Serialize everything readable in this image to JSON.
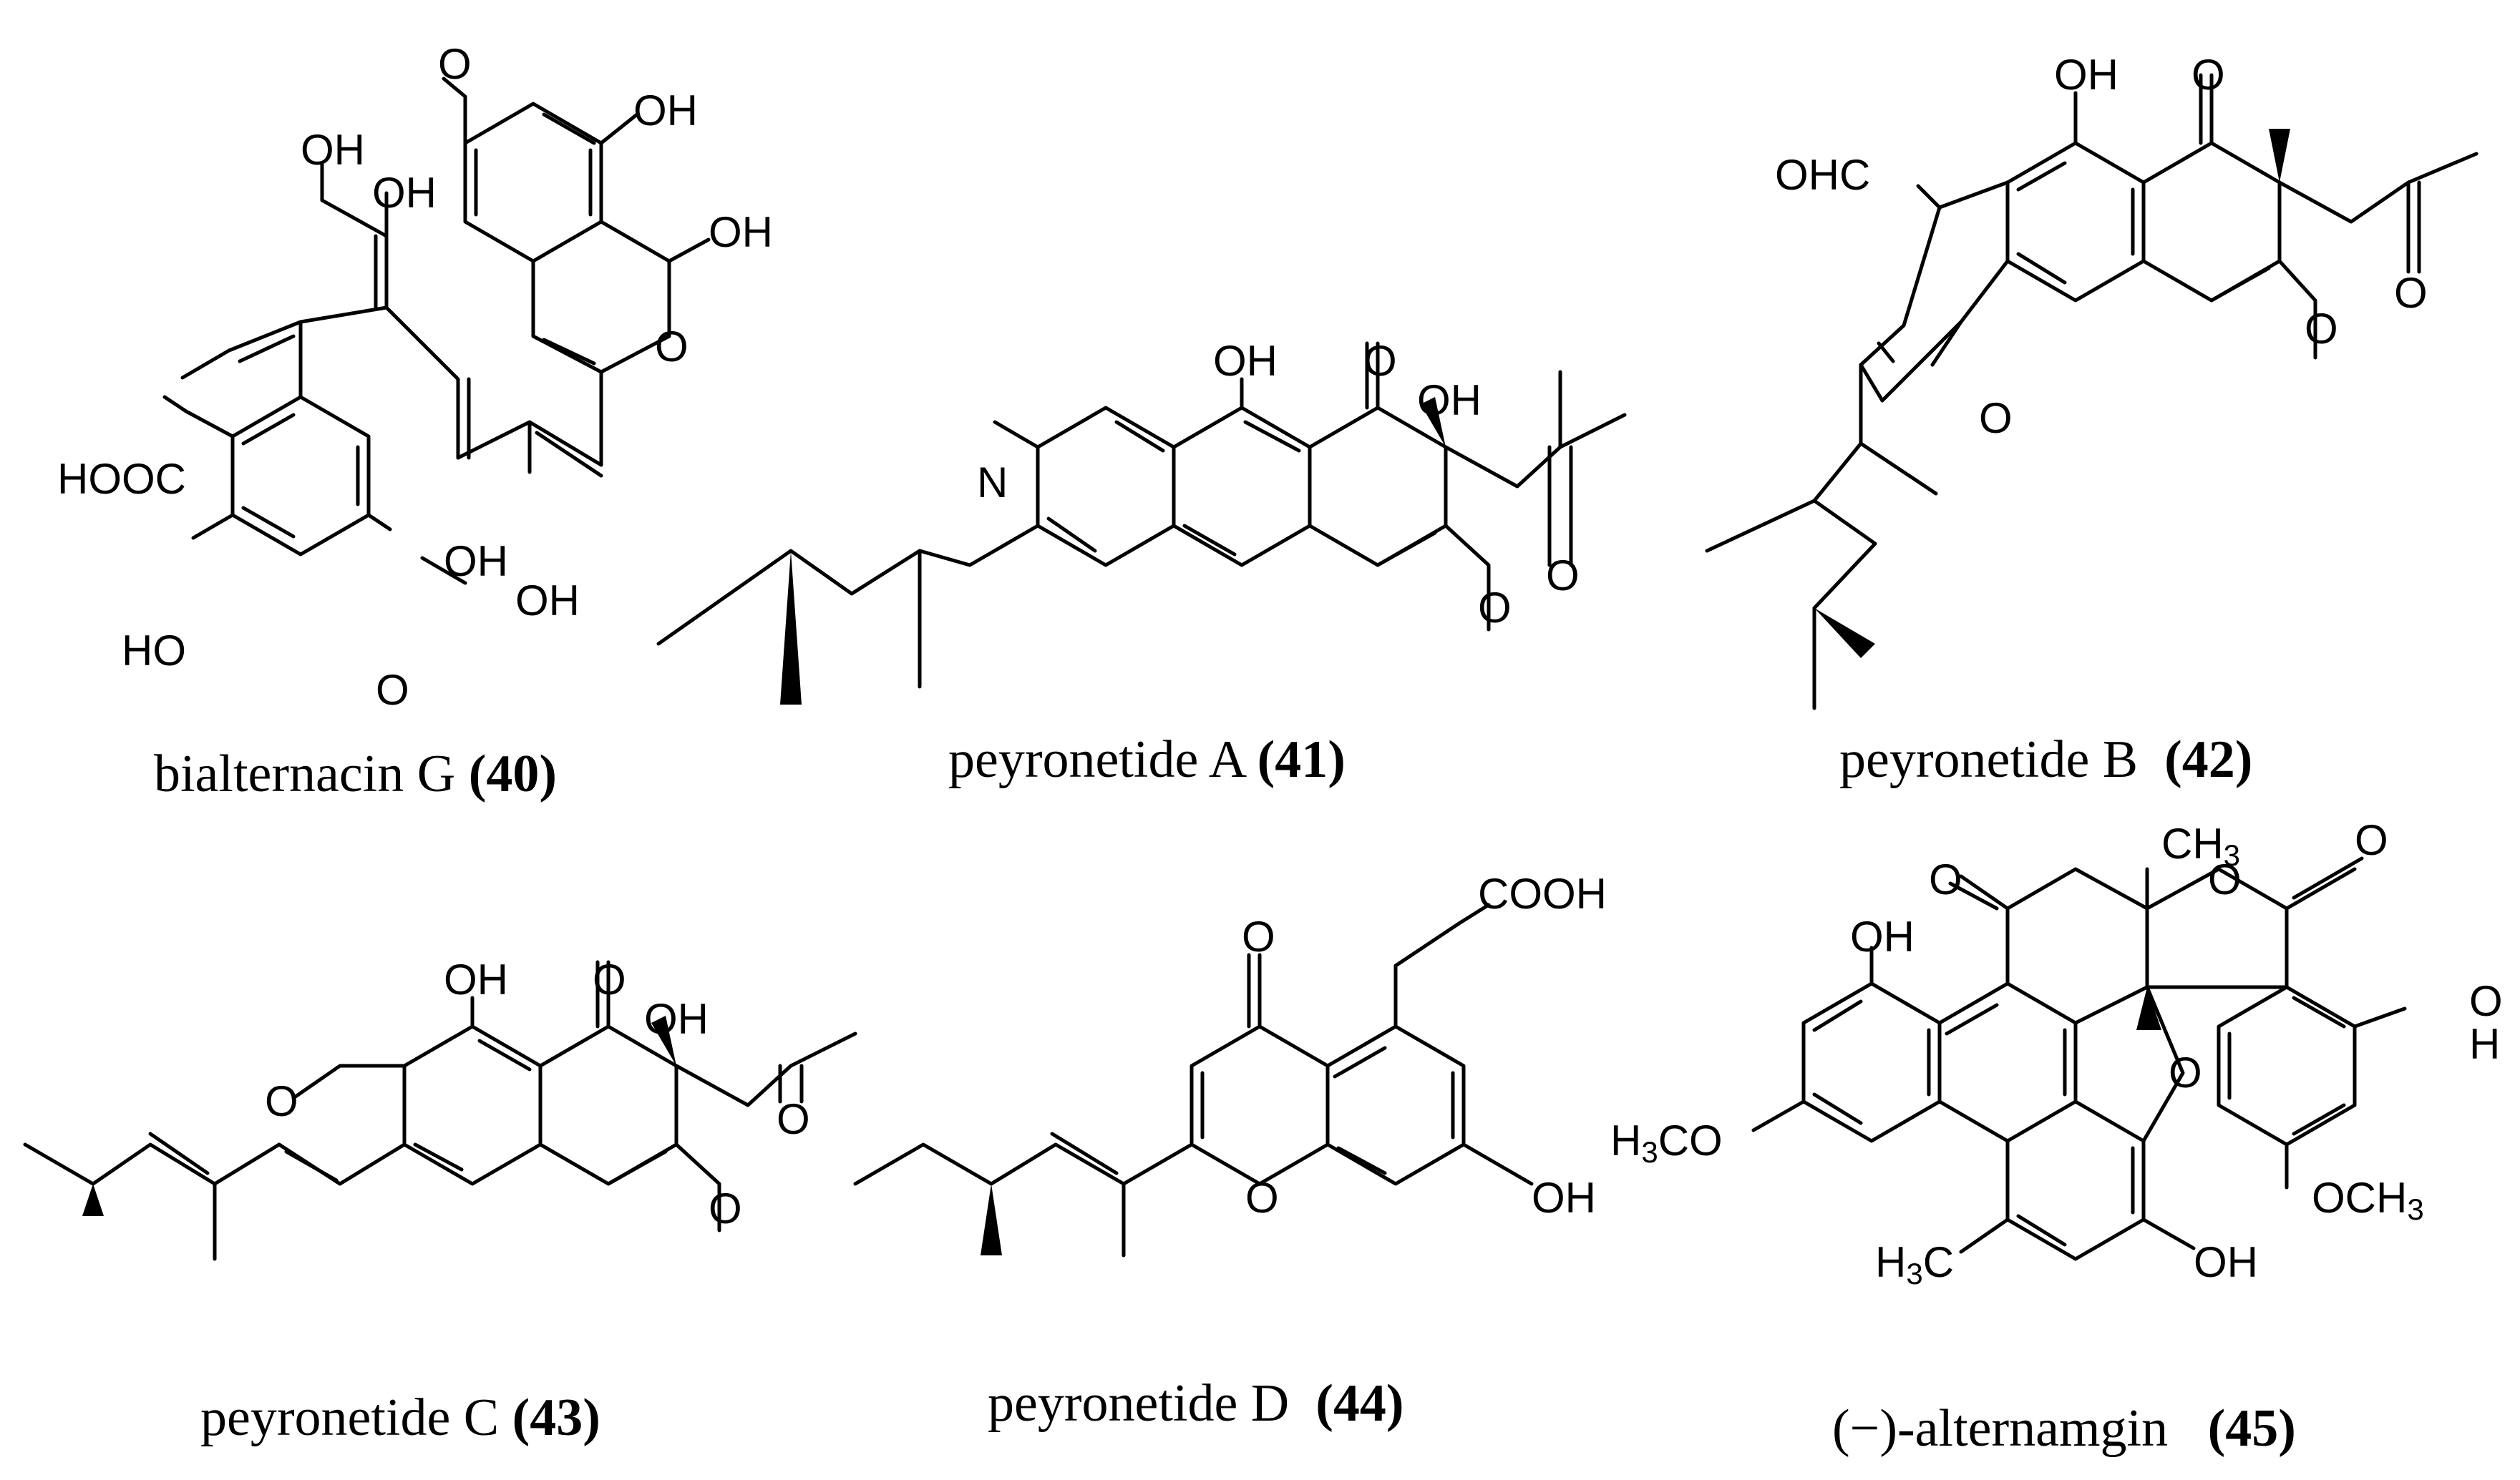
{
  "compounds": [
    {
      "name": "bialternacin G",
      "number": "(40)",
      "labels": {
        "ome_top": "O",
        "oh_a": "OH",
        "oh_b": "OH",
        "oh_c": "OH",
        "oh_d": "OH",
        "oh_e": "OH",
        "oh_f": "OH",
        "o_ring": "O",
        "hooc": "HOOC",
        "ho": "HO",
        "o_bottom": "O"
      }
    },
    {
      "name": "peyronetide A",
      "number": "(41)",
      "labels": {
        "oh_top": "OH",
        "o_keto": "O",
        "oh_c": "OH",
        "n": "N",
        "o_acetyl": "O",
        "o_me": "O"
      }
    },
    {
      "name": "peyronetide B",
      "number": "(42)",
      "labels": {
        "oh_top": "OH",
        "o_keto": "O",
        "ohc": "OHC",
        "o_acetyl": "O",
        "o_me": "O",
        "o_furan": "O"
      }
    },
    {
      "name": "peyronetide C",
      "number": "(43)",
      "labels": {
        "oh_top": "OH",
        "o_keto": "O",
        "oh_c": "OH",
        "o_ring": "O",
        "o_acetyl": "O",
        "o_me": "O"
      }
    },
    {
      "name": "peyronetide D",
      "number": "(44)",
      "labels": {
        "o_keto": "O",
        "cooh": "COOH",
        "o_ring": "O",
        "oh": "OH"
      }
    },
    {
      "name": "(−)-alternamgin",
      "number": "(45)",
      "labels": {
        "ch3_top": "CH",
        "ch3_top_sub": "3",
        "o_ket_l": "O",
        "o_lactone": "O",
        "o_lac_co": "O",
        "oh_l": "OH",
        "oh_r_o": "O",
        "oh_r_h": "H",
        "o_mid": "O",
        "h3co_h": "H",
        "h3co_sub": "3",
        "h3co_co": "CO",
        "och3": "OCH",
        "och3_sub": "3",
        "h3c_h": "H",
        "h3c_sub": "3",
        "h3c_c": "C",
        "oh_b": "OH"
      }
    }
  ]
}
